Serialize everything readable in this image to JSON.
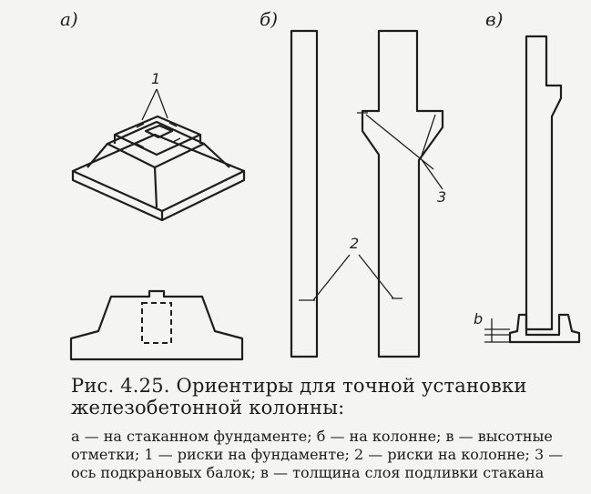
{
  "figure": {
    "panel_labels": {
      "a": "а)",
      "b": "б)",
      "c": "в)"
    },
    "callouts": {
      "one": "1",
      "two": "2",
      "three": "3",
      "b_letter": "b"
    }
  },
  "caption": {
    "title": "Рис. 4.25. Ориентиры для точной установки железобетонной колонны:",
    "body": "а — на стаканном фундаменте; б — на колонне; в — высотные отметки; 1 — риски на фундаменте; 2 — риски на колонне; 3 — ось подкрановых балок; в — толщина слоя подливки стакана"
  }
}
